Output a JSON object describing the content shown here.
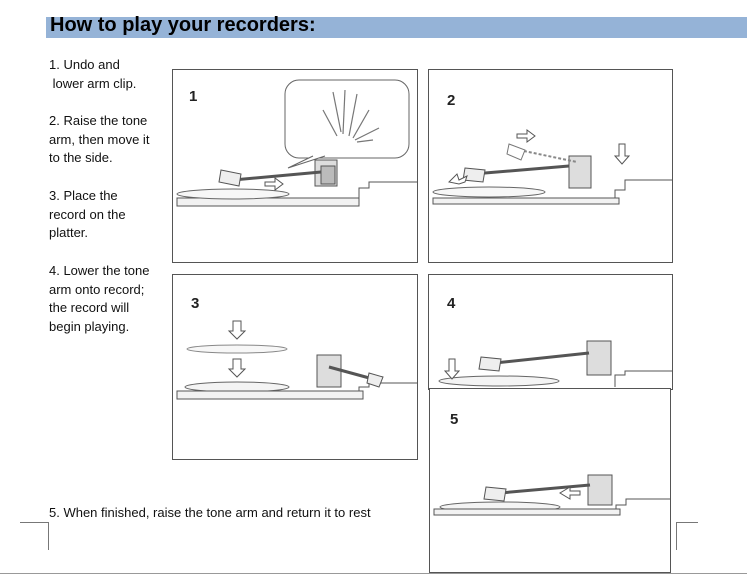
{
  "header": {
    "title": "How to play your recorders:"
  },
  "steps": {
    "s1": {
      "l1": "1. Undo and",
      "l2": " lower arm clip."
    },
    "s2": {
      "l1": "2. Raise the tone",
      "l2": "arm, then move it",
      "l3": "to the side."
    },
    "s3": {
      "l1": "3. Place the",
      "l2": "record on the",
      "l3": "platter."
    },
    "s4": {
      "l1": "4. Lower the tone",
      "l2": "arm onto record;",
      "l3": "the record will",
      "l4": "begin playing."
    },
    "s5": {
      "l1": "5. When finished, raise the tone arm and return it to rest"
    }
  },
  "panels": {
    "p1": {
      "number": "1"
    },
    "p2": {
      "number": "2"
    },
    "p3": {
      "number": "3"
    },
    "p4": {
      "number": "4"
    },
    "p5": {
      "number": "5"
    }
  },
  "colors": {
    "title_bar": "#95b3d7",
    "line_art": "#444444"
  }
}
